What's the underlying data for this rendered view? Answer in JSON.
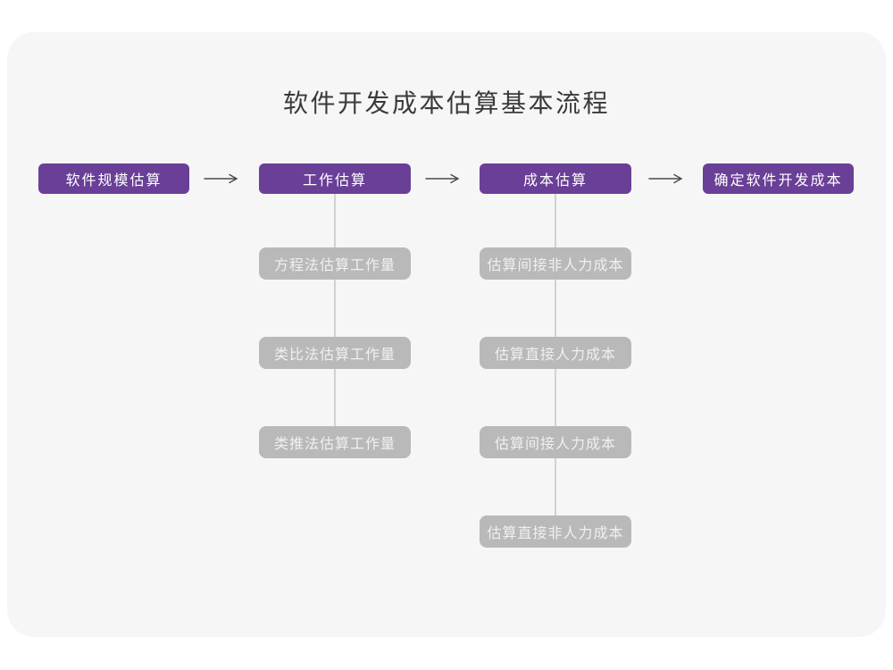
{
  "title": "软件开发成本估算基本流程",
  "colors": {
    "accent": "#6a3f97",
    "node-gray": "#b9b9b9",
    "card-bg": "#f6f6f7",
    "arrow": "#4a4a4a",
    "connector": "#d2d2d2",
    "title-color": "#3a3a3a"
  },
  "flow": {
    "stages": [
      {
        "label": "软件规模估算"
      },
      {
        "label": "工作估算"
      },
      {
        "label": "成本估算"
      },
      {
        "label": "确定软件开发成本"
      }
    ],
    "arrow_icon": "long-right-arrow"
  },
  "columns": [
    {
      "parent": "工作估算",
      "items": [
        "方程法估算工作量",
        "类比法估算工作量",
        "类推法估算工作量"
      ]
    },
    {
      "parent": "成本估算",
      "items": [
        "估算间接非人力成本",
        "估算直接人力成本",
        "估算间接人力成本",
        "估算直接非人力成本"
      ]
    }
  ]
}
